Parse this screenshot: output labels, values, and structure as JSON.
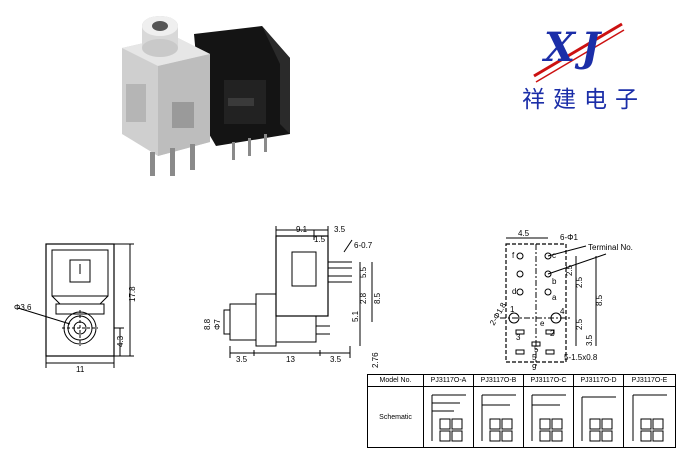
{
  "logo": {
    "letters": "XJ",
    "company": "祥建电子"
  },
  "front_view": {
    "dia": "Φ3.6",
    "w": "11",
    "h": "17.8",
    "h2": "4.3"
  },
  "side_view": {
    "d1": "9.1",
    "d2": "3.5",
    "d3": "1.5",
    "pins": "6-0.7",
    "r1": "5.5",
    "r2": "2.8",
    "r3": "8.5",
    "r4": "5.1",
    "l1": "8.8",
    "l2": "Φ7",
    "b1": "3.5",
    "b2": "13",
    "b3": "3.5",
    "b4": "2.76"
  },
  "pcb_view": {
    "t1": "4.5",
    "holes": "6-Φ1",
    "term": "Terminal No.",
    "r1": "2.5",
    "r2": "2.5",
    "r3": "8.5",
    "r4": "2.5",
    "r5": "3.5",
    "dia": "2-Φ1.8",
    "b1": "5",
    "b2": "9",
    "slot": "5-1.5x0.8",
    "pin_f": "f",
    "pin_c": "c",
    "pin_d": "d",
    "pin_b": "b",
    "pin_a": "a",
    "pin_e": "e",
    "n1": "1",
    "n2": "2",
    "n3": "3",
    "n4": "4",
    "n5": "5"
  },
  "table": {
    "model_label": "Model No.",
    "schematic_label": "Schematic",
    "models": [
      "PJ3117O-A",
      "PJ3117O-B",
      "PJ3117O-C",
      "PJ3117O-D",
      "PJ3117O-E"
    ]
  },
  "colors": {
    "logo_blue": "#1b2ea8",
    "slash_red": "#cc1111"
  }
}
